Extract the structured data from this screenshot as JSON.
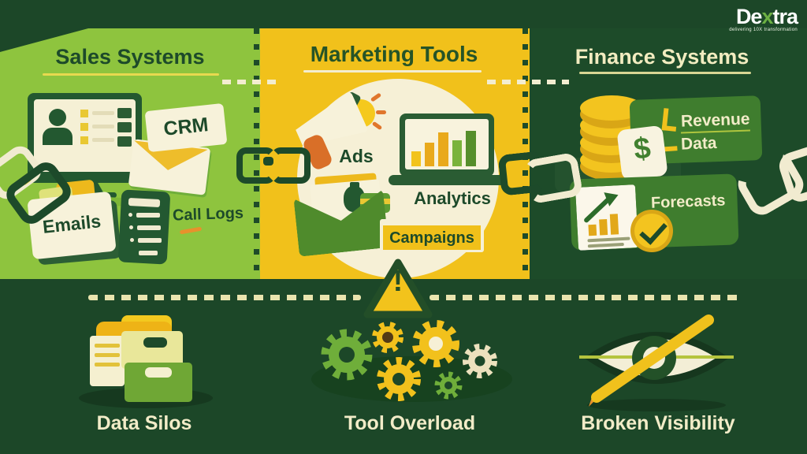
{
  "brand": {
    "name_prefix": "De",
    "name_x": "x",
    "name_suffix": "tra",
    "tagline": "delivering 10X transformation",
    "x_color": "#6cb043"
  },
  "columns": {
    "sales": {
      "title": "Sales Systems",
      "labels": {
        "crm": "CRM",
        "emails": "Emails",
        "call_logs": "Call Logs"
      }
    },
    "marketing": {
      "title": "Marketing Tools",
      "labels": {
        "ads": "Ads",
        "analytics": "Analytics",
        "campaigns": "Campaigns"
      }
    },
    "finance": {
      "title": "Finance Systems",
      "labels": {
        "revenue_line1": "Revenue",
        "revenue_line2": "Data",
        "forecasts": "Forecasts"
      }
    }
  },
  "problems": {
    "data_silos": "Data Silos",
    "tool_overload": "Tool Overload",
    "broken_visibility": "Broken Visibility"
  },
  "marks": {
    "exclamation": "!",
    "dollar": "$"
  },
  "icons": {
    "crm_monitor": "desktop-monitor-with-user-profile",
    "crm_envelope": "sealed-envelope",
    "call_log_list": "list-panel",
    "emails_folder": "folder-card",
    "megaphone": "megaphone-with-burst",
    "analytics_laptop": "laptop-with-bar-chart",
    "campaign_envelope": "open-envelope-with-letter",
    "coin_stack": "stacked-gold-coins",
    "dollar_card": "dollar-sign-card",
    "forecast_document": "document-with-growth-arrow",
    "check_coin": "coin-with-checkmark",
    "broken_chain": "broken-chain-links",
    "warning": "warning-triangle",
    "data_silos": "stacked-storage-boxes",
    "tool_overload": "gear-cluster",
    "broken_visibility": "eye-with-slash"
  },
  "colors": {
    "background": "#1c4728",
    "sales_panel": "#8ec43e",
    "marketing_panel": "#f1c11b",
    "dark_green_ink": "#1d4a2a",
    "cream": "#f3eed4",
    "gold": "#e9b51b",
    "orange": "#e0762c",
    "banner_green": "#3f7d2e",
    "lime": "#b5c43e"
  }
}
